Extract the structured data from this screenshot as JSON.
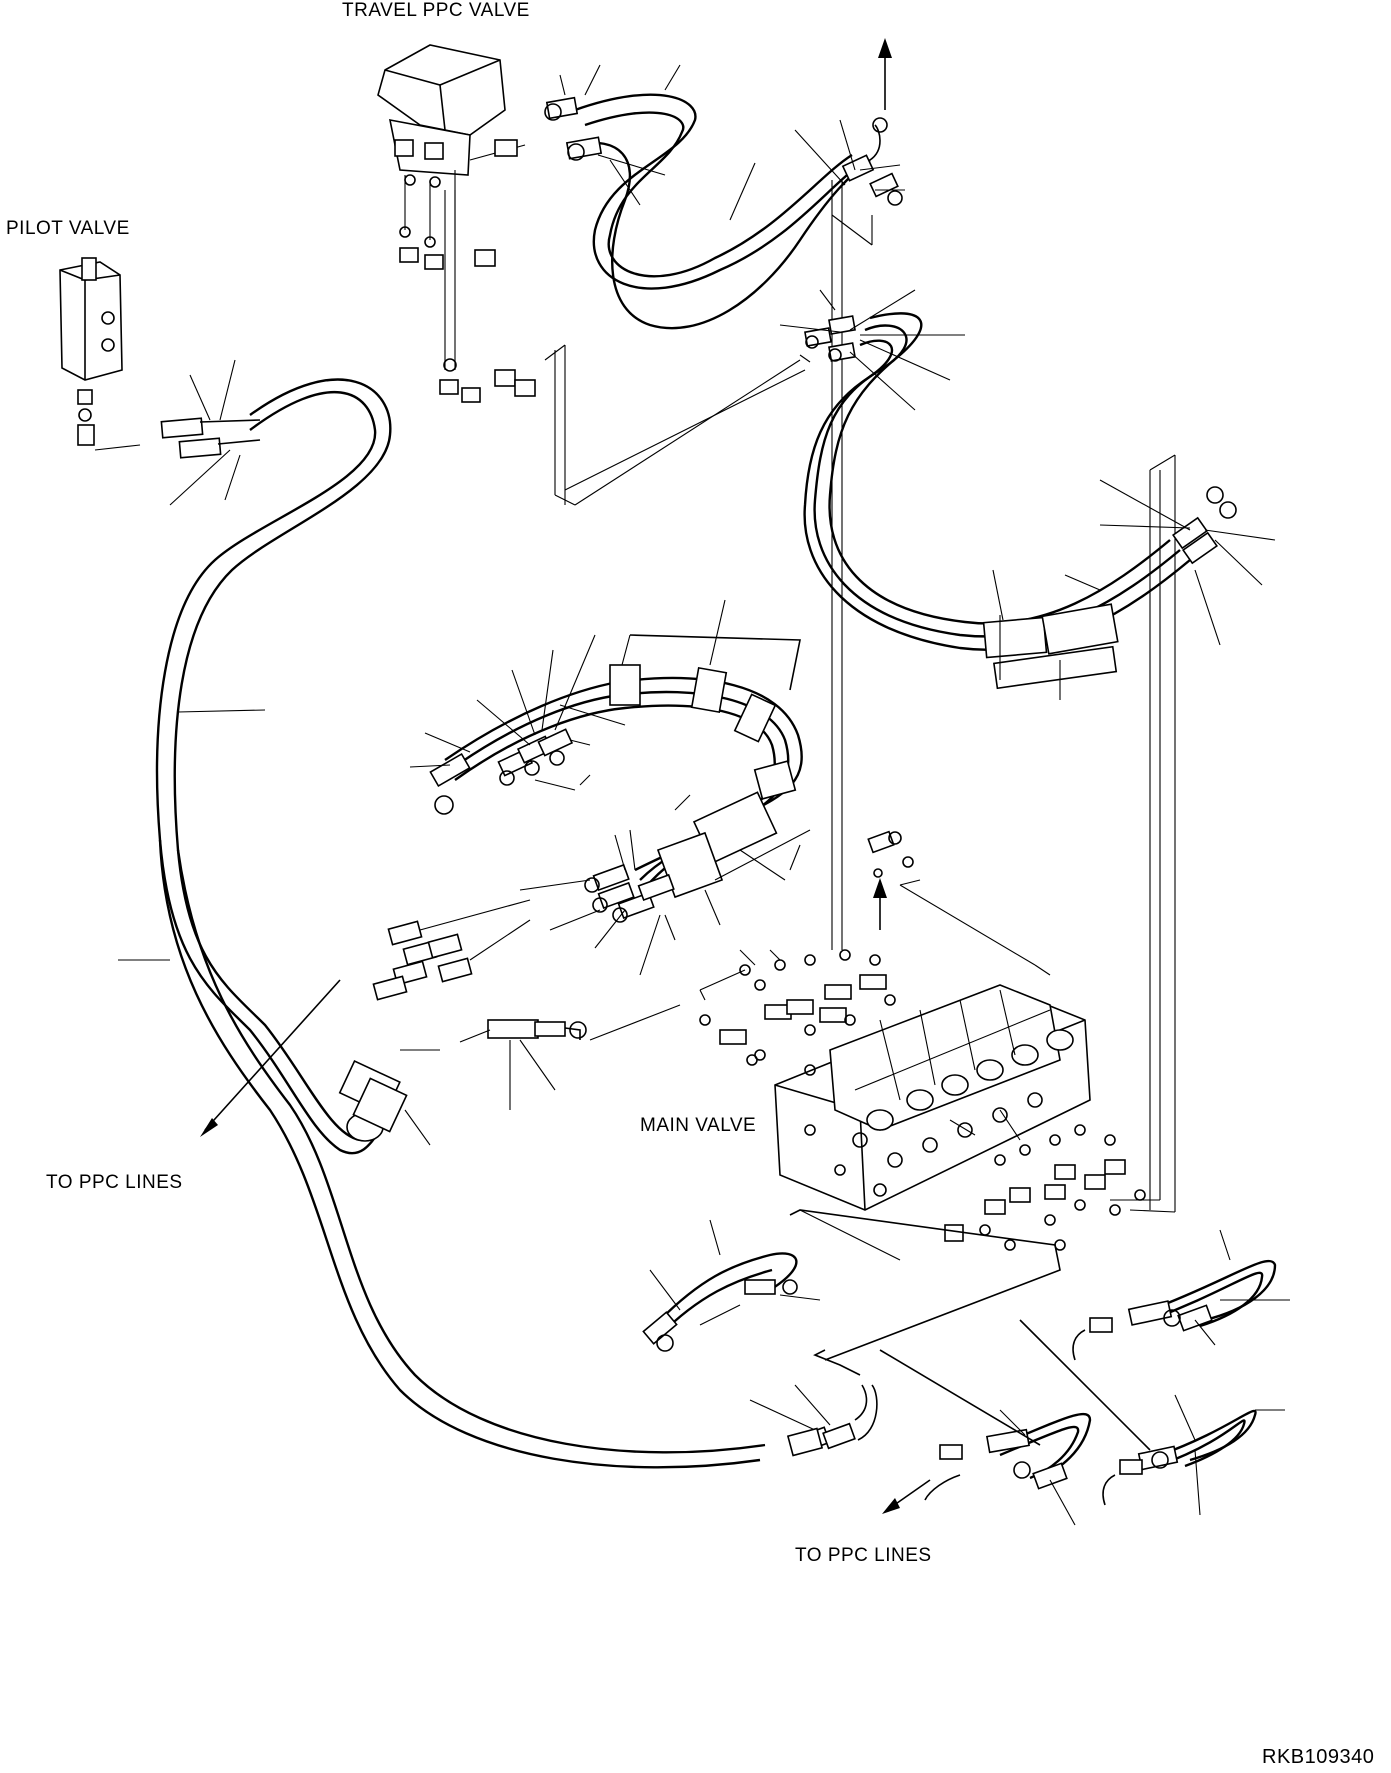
{
  "labels": {
    "travel_ppc_valve": "TRAVEL PPC VALVE",
    "pilot_valve": "PILOT VALVE",
    "main_valve": "MAIN VALVE",
    "to_ppc_lines_left": "TO PPC LINES",
    "to_ppc_lines_bottom": "TO PPC LINES",
    "drawing_code": "RKB109340"
  }
}
